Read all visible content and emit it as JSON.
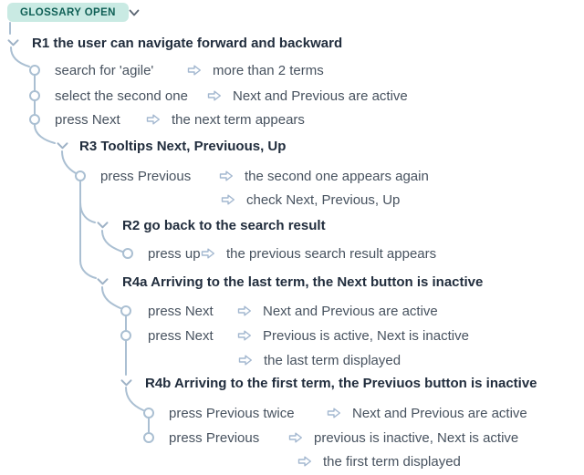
{
  "badge": {
    "label": "GLOSSARY OPEN"
  },
  "icons": {
    "badge_chevron": "chevron-down",
    "expander": "chevron-down",
    "step_arrow": "rightwards-white-arrow",
    "step_node": "circle-outline"
  },
  "colors": {
    "badge_bg": "#c9eae3",
    "badge_text": "#0f5f55",
    "title_text": "#212d3d",
    "step_text": "#47525f",
    "connector": "#aabfd2",
    "arrow_outline": "#a4b8d0"
  },
  "tree": {
    "sections": [
      {
        "id": "R1",
        "title": "R1 the user can navigate forward and backward",
        "steps": [
          {
            "action": "search for 'agile'",
            "results": [
              "more than 2 terms"
            ]
          },
          {
            "action": "select the second one",
            "results": [
              "Next and Previous are active"
            ]
          },
          {
            "action": "press Next",
            "results": [
              "the next term appears"
            ]
          }
        ]
      },
      {
        "id": "R3",
        "title": "R3 Tooltips Next, Previuous, Up",
        "steps": [
          {
            "action": "press Previous",
            "results": [
              "the second one appears again",
              "check Next, Previous, Up"
            ]
          }
        ]
      },
      {
        "id": "R2",
        "title": "R2 go back to the search result",
        "steps": [
          {
            "action": "press up",
            "results": [
              "the previous search result appears"
            ]
          }
        ]
      },
      {
        "id": "R4a",
        "title": "R4a Arriving to the last term, the Next button is inactive",
        "steps": [
          {
            "action": "press Next",
            "results": [
              "Next and Previous are active"
            ]
          },
          {
            "action": "press Next",
            "results": [
              "Previous is active, Next is inactive",
              "the last term displayed"
            ]
          }
        ]
      },
      {
        "id": "R4b",
        "title": "R4b Arriving to the first term, the Previuos button is inactive",
        "steps": [
          {
            "action": "press Previous twice",
            "results": [
              "Next and Previous are active"
            ]
          },
          {
            "action": "press Previous",
            "results": [
              "previous is inactive, Next is active",
              "the first term displayed"
            ]
          }
        ]
      }
    ]
  }
}
